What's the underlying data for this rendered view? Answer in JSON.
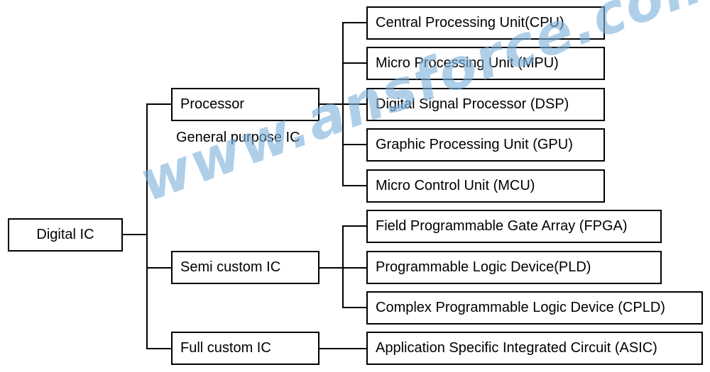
{
  "root": "Digital IC",
  "categories": {
    "processor": "Processor",
    "processor_caption": "General purpose IC",
    "semi_custom": "Semi custom IC",
    "full_custom": "Full custom IC"
  },
  "processor_items": [
    "Central Processing Unit(CPU)",
    "Micro Processing Unit (MPU)",
    "Digital Signal Processor (DSP)",
    "Graphic Processing Unit (GPU)",
    "Micro Control Unit (MCU)"
  ],
  "semi_custom_items": [
    "Field Programmable Gate Array (FPGA)",
    "Programmable Logic Device(PLD)",
    "Complex Programmable Logic Device (CPLD)"
  ],
  "full_custom_items": [
    "Application Specific Integrated Circuit (ASIC)"
  ],
  "watermark": "www.ansforce.com"
}
